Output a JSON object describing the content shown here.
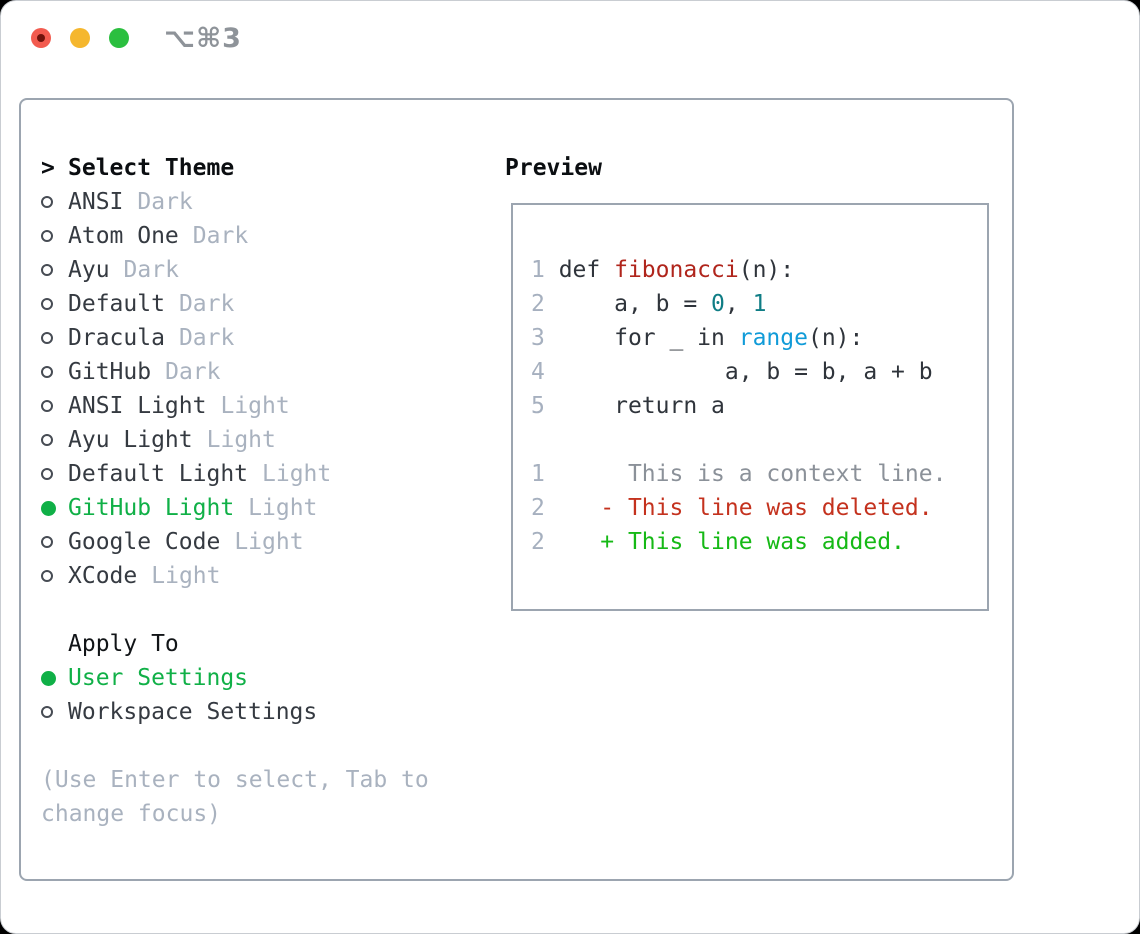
{
  "window": {
    "title": "⌥⌘3",
    "traffic_lights": [
      "close",
      "minimize",
      "zoom"
    ]
  },
  "theme_selector": {
    "marker": ">",
    "header": "Select Theme",
    "themes": [
      {
        "name": "ANSI",
        "variant": "Dark",
        "selected": false
      },
      {
        "name": "Atom One",
        "variant": "Dark",
        "selected": false
      },
      {
        "name": "Ayu",
        "variant": "Dark",
        "selected": false
      },
      {
        "name": "Default",
        "variant": "Dark",
        "selected": false
      },
      {
        "name": "Dracula",
        "variant": "Dark",
        "selected": false
      },
      {
        "name": "GitHub",
        "variant": "Dark",
        "selected": false
      },
      {
        "name": "ANSI Light",
        "variant": "Light",
        "selected": false
      },
      {
        "name": "Ayu Light",
        "variant": "Light",
        "selected": false
      },
      {
        "name": "Default Light",
        "variant": "Light",
        "selected": false
      },
      {
        "name": "GitHub Light",
        "variant": "Light",
        "selected": true
      },
      {
        "name": "Google Code",
        "variant": "Light",
        "selected": false
      },
      {
        "name": "XCode",
        "variant": "Light",
        "selected": false
      }
    ],
    "apply_to": {
      "header": "Apply To",
      "options": [
        {
          "name": "User Settings",
          "selected": true
        },
        {
          "name": "Workspace Settings",
          "selected": false
        }
      ]
    },
    "hint_lines": [
      "(Use Enter to select, Tab to",
      "change focus)"
    ]
  },
  "preview": {
    "header": "Preview",
    "lines": [
      {
        "num": "1",
        "segments": [
          {
            "text": "def ",
            "type": "plain"
          },
          {
            "text": "fibonacci",
            "type": "function"
          },
          {
            "text": "(n):",
            "type": "plain"
          }
        ]
      },
      {
        "num": "2",
        "segments": [
          {
            "text": "    a, b = ",
            "type": "plain"
          },
          {
            "text": "0",
            "type": "number"
          },
          {
            "text": ", ",
            "type": "plain"
          },
          {
            "text": "1",
            "type": "number"
          }
        ]
      },
      {
        "num": "3",
        "segments": [
          {
            "text": "    for _ in ",
            "type": "plain"
          },
          {
            "text": "range",
            "type": "builtin"
          },
          {
            "text": "(n):",
            "type": "plain"
          }
        ]
      },
      {
        "num": "4",
        "segments": [
          {
            "text": "            a, b = b, a + b",
            "type": "plain"
          }
        ]
      },
      {
        "num": "5",
        "segments": [
          {
            "text": "    return a",
            "type": "plain"
          }
        ]
      },
      {
        "num": "",
        "segments": []
      },
      {
        "num": "1",
        "segments": [
          {
            "text": "     This is a context line.",
            "type": "context"
          }
        ]
      },
      {
        "num": "2",
        "segments": [
          {
            "text": "   - This line was deleted.",
            "type": "deleted"
          }
        ]
      },
      {
        "num": "2",
        "segments": [
          {
            "text": "   + This line was added.",
            "type": "added"
          }
        ]
      }
    ]
  },
  "colors": {
    "selected_green": "#10b047",
    "added_green": "#16b916",
    "deleted_red": "#c4321e",
    "function_red": "#b0251c",
    "number_teal": "#0f7d85",
    "builtin_blue": "#109bd8",
    "muted_gray": "#a9b2bf",
    "border_gray": "#9ca5b0"
  }
}
